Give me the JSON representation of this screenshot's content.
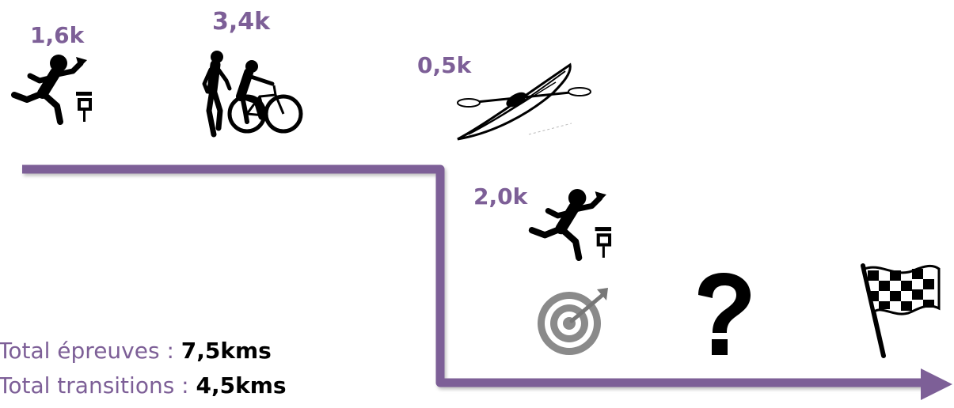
{
  "colors": {
    "accent": "#7d5f97",
    "path": "#7d5f97",
    "text_dark": "#000000"
  },
  "legs": [
    {
      "distance": "1,6k",
      "icon": "orienteering-runner-icon"
    },
    {
      "distance": "3,4k",
      "icon": "run-bike-icon"
    },
    {
      "distance": "0,5k",
      "icon": "kayak-icon"
    },
    {
      "distance": "2,0k",
      "icon": "orienteering-runner-icon"
    }
  ],
  "final_stages": [
    {
      "icon": "target-icon"
    },
    {
      "icon": "question-mark-icon"
    },
    {
      "icon": "checkered-flag-icon"
    }
  ],
  "totals": {
    "events_label": "Total épreuves : ",
    "events_value": "7,5kms",
    "transitions_label": "Total transitions : ",
    "transitions_value": "4,5kms"
  }
}
